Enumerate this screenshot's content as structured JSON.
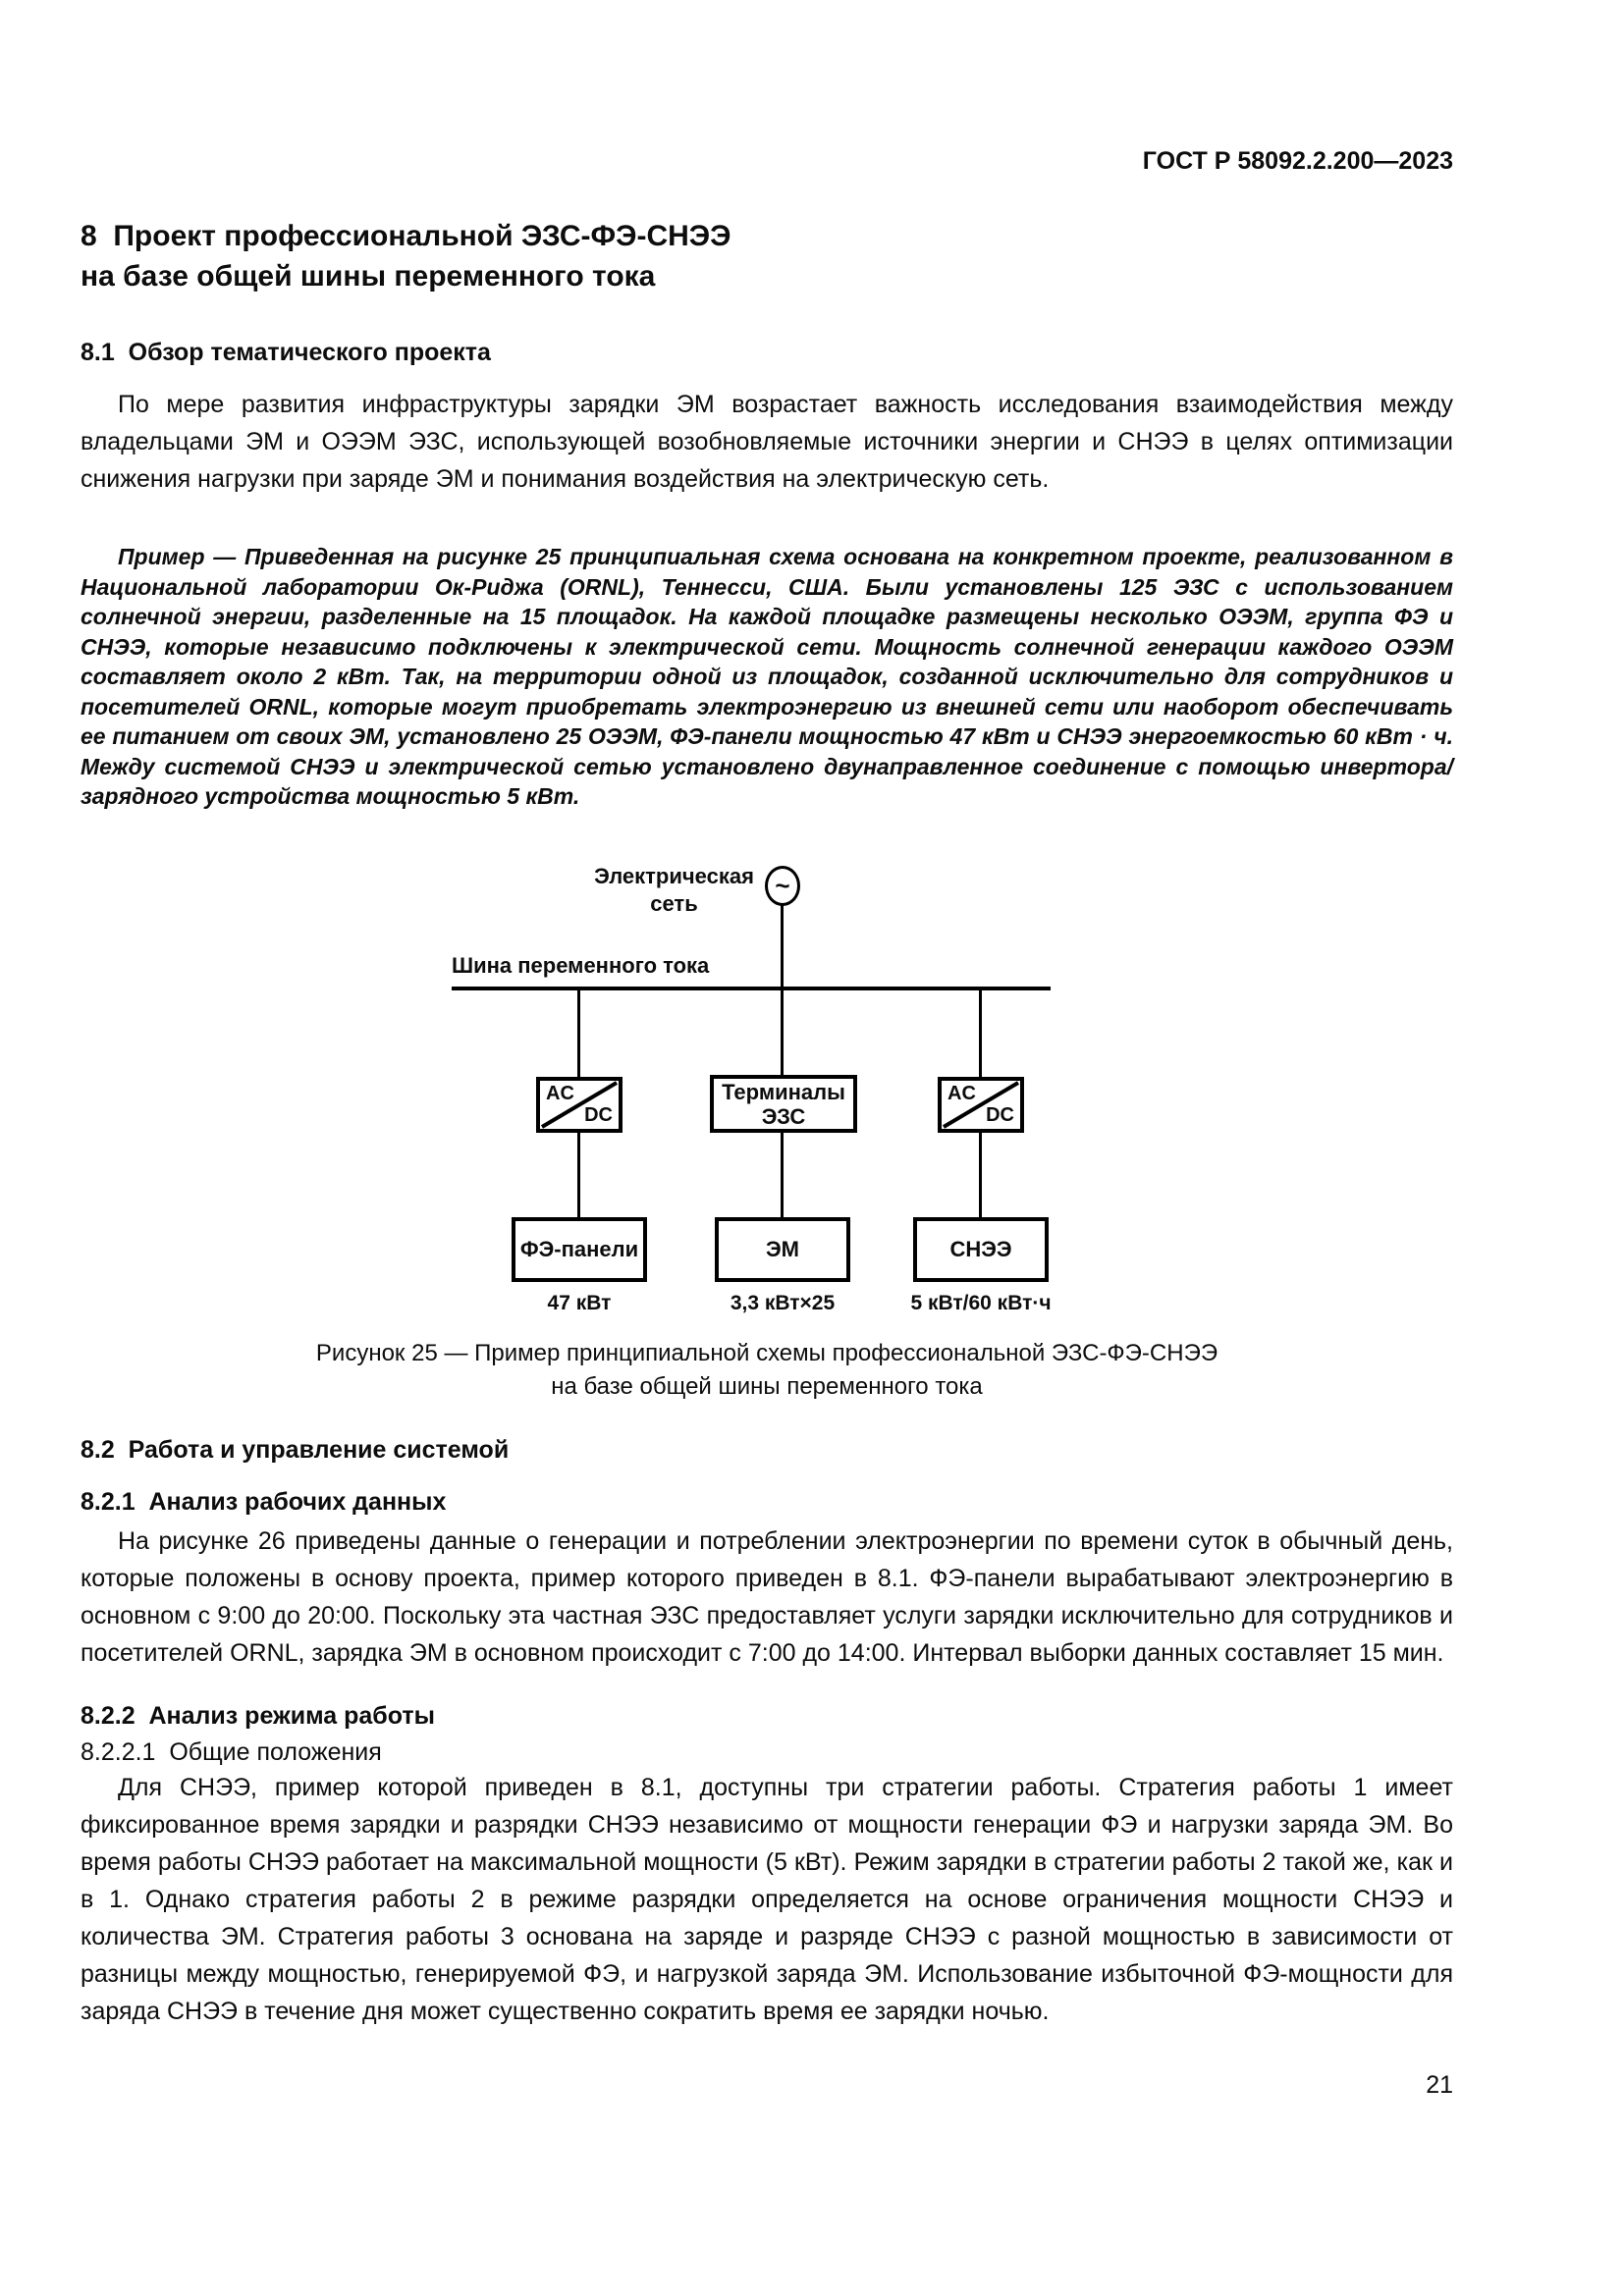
{
  "document": {
    "header": "ГОСТ Р 58092.2.200—2023",
    "page_number": "21"
  },
  "content": {
    "section8_title_line1": "8  Проект профессиональной ЭЗС-ФЭ-СНЭЭ",
    "section8_title_line2": "на базе общей шины переменного тока",
    "section81_title": "8.1  Обзор тематического проекта",
    "section81_paragraph": "По мере развития инфраструктуры зарядки ЭМ возрастает важность исследования взаимодействия между владельцами ЭМ и ОЭЭМ ЭЗС, использующей возобновляемые источники энергии и СНЭЭ в целях оптимизации снижения нагрузки при заряде ЭМ и понимания воздействия на электрическую сеть.",
    "example_paragraph": "Пример — Приведенная на рисунке 25 принципиальная схема основана на конкретном проекте, реализованном в Национальной лаборатории Ок-Риджа (ORNL), Теннесси, США. Были установлены 125 ЭЗС с использованием солнечной энергии, разделенные на 15 площадок. На каждой площадке размещены несколько ОЭЭМ, группа ФЭ и СНЭЭ, которые независимо подключены к электрической сети. Мощность солнечной генерации каждого ОЭЭМ составляет около 2 кВт. Так, на территории одной из площадок, созданной исключительно для сотрудников и посетителей ORNL, которые могут приобретать электроэнергию из внешней сети или наоборот обеспечивать ее питанием от своих ЭМ, установлено 25 ОЭЭМ, ФЭ-панели мощностью 47 кВт и СНЭЭ энергоемкостью 60 кВт · ч. Между системой СНЭЭ и электрической сетью установлено двунаправленное соединение с помощью инвертора/зарядного устройства мощностью 5 кВт.",
    "section82_title": "8.2  Работа и управление системой",
    "section821_title": "8.2.1  Анализ рабочих данных",
    "section821_paragraph": "На рисунке 26 приведены данные о генерации и потреблении электроэнергии по времени суток в обычный день, которые положены в основу проекта, пример которого приведен в 8.1. ФЭ-панели вырабатывают электроэнергию в основном с 9:00 до 20:00. Поскольку эта частная ЭЗС предоставляет услуги зарядки исключительно для сотрудников и посетителей ORNL, зарядка ЭМ в основном происходит с 7:00 до 14:00. Интервал выборки данных составляет 15 мин.",
    "section822_title": "8.2.2  Анализ режима работы",
    "section8221_title": "8.2.2.1  Общие положения",
    "section8221_paragraph": "Для СНЭЭ, пример которой приведен в 8.1, доступны три стратегии работы. Стратегия работы 1 имеет фиксированное время зарядки и разрядки СНЭЭ независимо от мощности генерации ФЭ и нагрузки заряда ЭМ. Во время работы СНЭЭ работает на максимальной мощности (5 кВт). Режим зарядки в стратегии работы 2 такой же, как и в 1. Однако стратегия работы 2 в режиме разрядки определяется на основе ограничения мощности СНЭЭ и количества ЭМ. Стратегия работы 3 основана на заряде и разряде СНЭЭ с разной мощностью в зависимости от разницы между мощностью, генерируемой ФЭ, и нагрузкой заряда ЭМ. Использование избыточной ФЭ-мощности для заряда СНЭЭ в течение дня может существенно сократить время ее зарядки ночью."
  },
  "figure25": {
    "grid_label_line1": "Электрическая",
    "grid_label_line2": "сеть",
    "source_symbol": "~",
    "bus_label": "Шина переменного тока",
    "converter_left": {
      "ac": "AC",
      "dc": "DC"
    },
    "converter_right": {
      "ac": "AC",
      "dc": "DC"
    },
    "terminals_line1": "Терминалы",
    "terminals_line2": "ЭЗС",
    "pv_label": "ФЭ-панели",
    "ev_label": "ЭМ",
    "bess_label": "СНЭЭ",
    "pv_power": "47 кВт",
    "ev_power": "3,3 кВт×25",
    "bess_power": "5 кВт/60 кВт·ч",
    "caption_line1": "Рисунок 25 — Пример принципиальной схемы профессиональной ЭЗС-ФЭ-СНЭЭ",
    "caption_line2": "на базе общей шины переменного тока"
  }
}
